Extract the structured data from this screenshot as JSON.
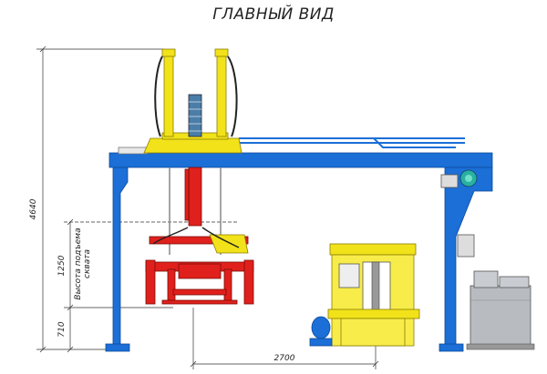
{
  "title": "ГЛАВНЫЙ ВИД",
  "dimensions": {
    "total_height": "4640",
    "lift_height": "1250",
    "lift_height_label_line1": "Высота подъема",
    "lift_height_label_line2": "сквата",
    "bottom_height": "710",
    "span": "2700"
  },
  "colors": {
    "frame": "#1b6fd6",
    "lifter": "#e0201c",
    "hydraulics": "#f2e21a",
    "pump_unit": "#b8bcc0"
  }
}
